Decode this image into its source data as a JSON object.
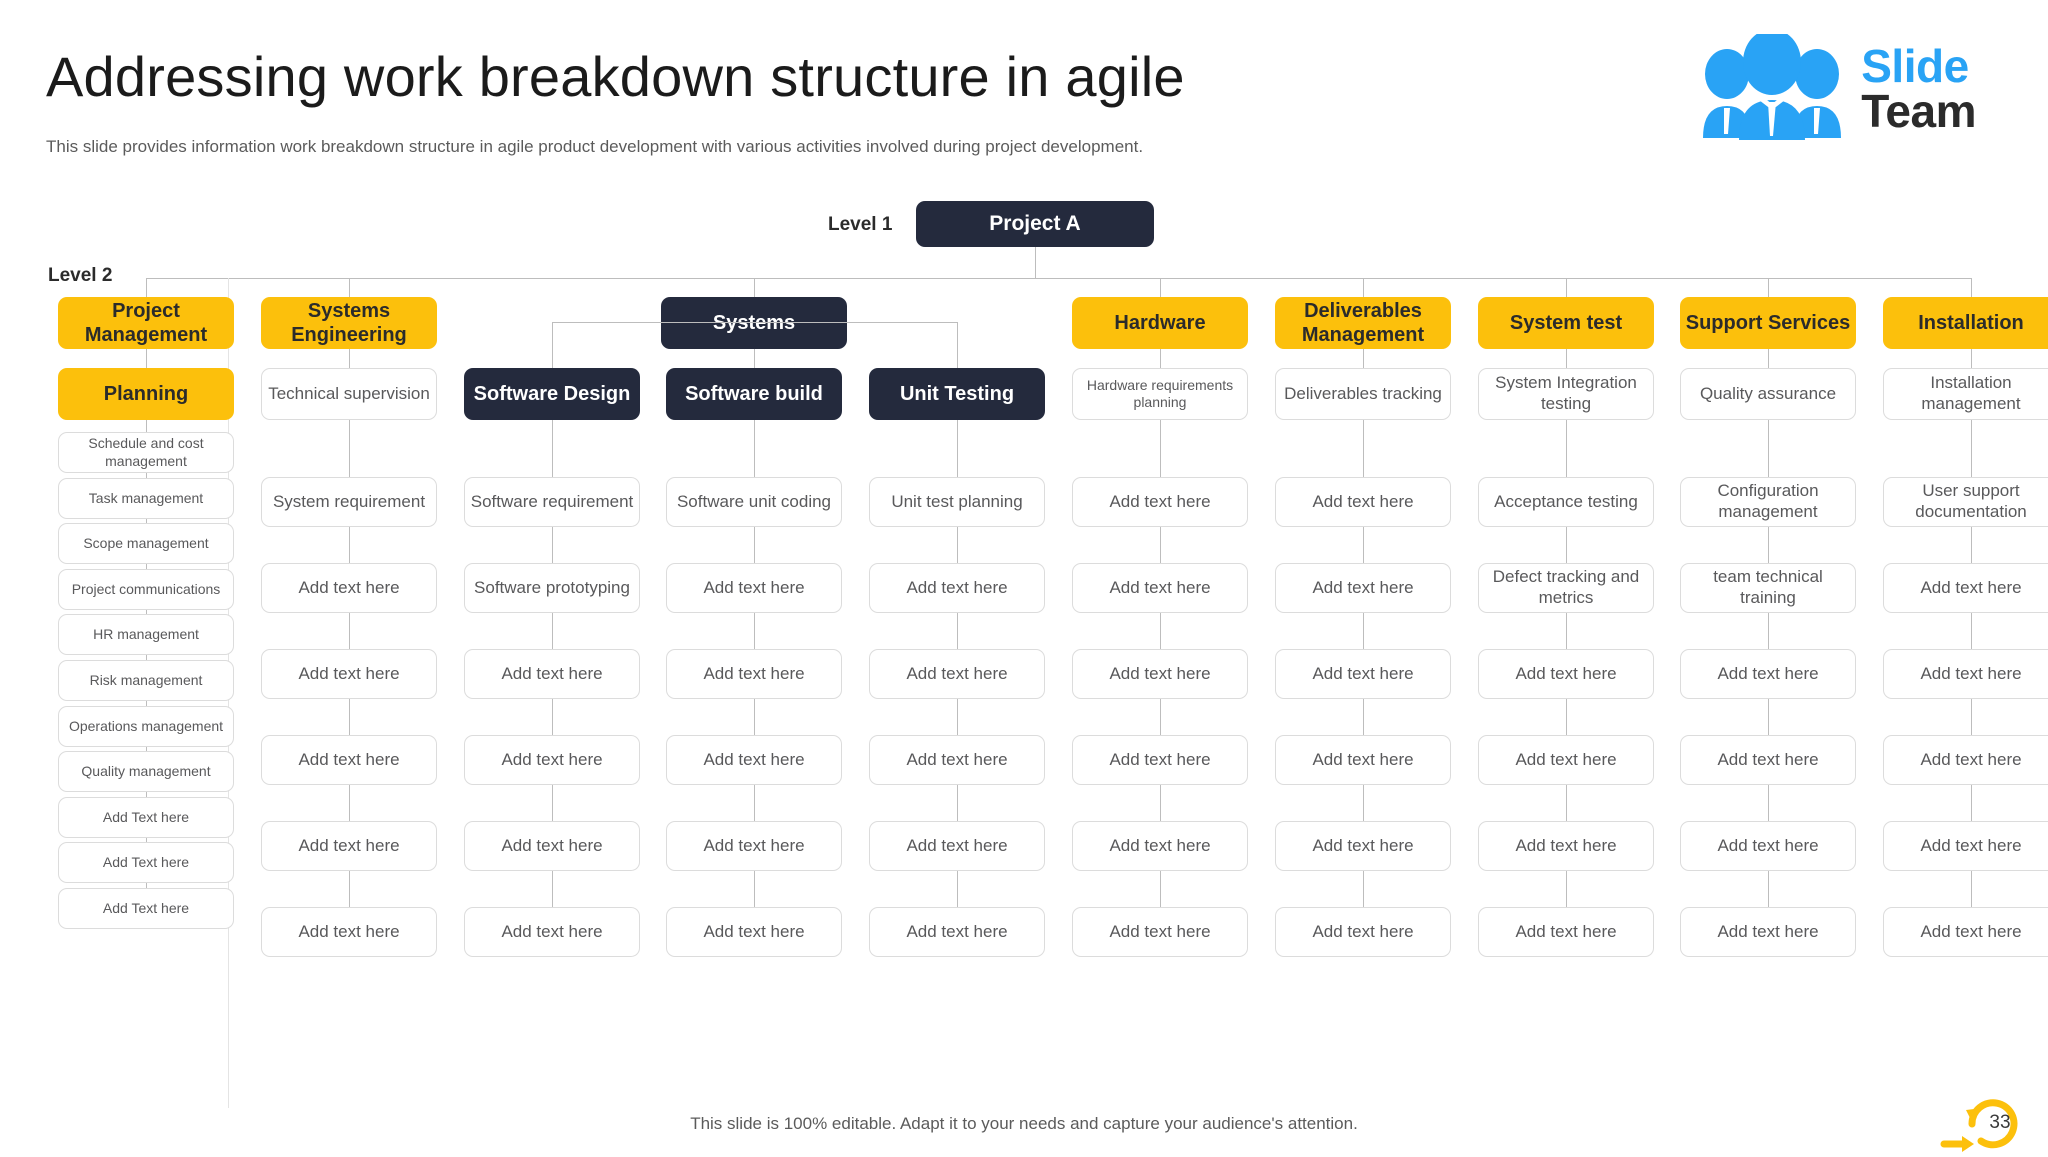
{
  "header": {
    "title": "Addressing work breakdown structure in agile",
    "subtitle": "This slide provides information work breakdown structure in agile product development with various activities involved during project development.",
    "logo": {
      "word1": "Slide",
      "word2": "Team",
      "icon": "people-group-icon",
      "brand_color": "#29a3f5"
    }
  },
  "levels": {
    "level1_label": "Level 1",
    "level2_label": "Level 2"
  },
  "colors": {
    "yellow": "#fcc00c",
    "navy": "#242a3d",
    "line": "#bdbdbd",
    "box_border": "#dcdcdc",
    "text_grey": "#59595b"
  },
  "root": {
    "label": "Project A"
  },
  "group": {
    "label": "Systems"
  },
  "columns": [
    {
      "header": "Project Management",
      "header_style": "yellow",
      "sub": "Planning",
      "sub_style": "yellow",
      "items": [
        "Schedule and cost management",
        "Task management",
        "Scope management",
        "Project communications",
        "HR management",
        "Risk management",
        "Operations management",
        "Quality management",
        "Add Text here",
        "Add Text here",
        "Add Text here"
      ]
    },
    {
      "header": "Systems Engineering",
      "header_style": "yellow",
      "sub": "Technical supervision",
      "sub_style": "plain",
      "items": [
        "System requirement",
        "Add text here",
        "Add text here",
        "Add text here",
        "Add text here",
        "Add text here"
      ]
    },
    {
      "header": "",
      "header_style": "none",
      "sub": "Software Design",
      "sub_style": "dark",
      "items": [
        "Software requirement",
        "Software prototyping",
        "Add text here",
        "Add text here",
        "Add text here",
        "Add text here"
      ]
    },
    {
      "header": "",
      "header_style": "none",
      "sub": "Software build",
      "sub_style": "dark",
      "items": [
        "Software unit coding",
        "Add text here",
        "Add text here",
        "Add text here",
        "Add text here",
        "Add text here"
      ]
    },
    {
      "header": "",
      "header_style": "none",
      "sub": "Unit Testing",
      "sub_style": "dark",
      "items": [
        "Unit test planning",
        "Add text here",
        "Add text here",
        "Add text here",
        "Add text here",
        "Add text here"
      ]
    },
    {
      "header": "Hardware",
      "header_style": "yellow",
      "sub": "Hardware requirements planning",
      "sub_style": "plain-tiny",
      "items": [
        "Add text here",
        "Add text here",
        "Add text here",
        "Add text here",
        "Add text here",
        "Add text here"
      ]
    },
    {
      "header": "Deliverables Management",
      "header_style": "yellow",
      "sub": "Deliverables tracking",
      "sub_style": "plain",
      "items": [
        "Add text here",
        "Add text here",
        "Add text here",
        "Add text here",
        "Add text here",
        "Add text here"
      ]
    },
    {
      "header": "System test",
      "header_style": "yellow",
      "sub": "System Integration testing",
      "sub_style": "plain",
      "items": [
        "Acceptance testing",
        "Defect tracking and metrics",
        "Add text here",
        "Add text here",
        "Add text here",
        "Add text here"
      ]
    },
    {
      "header": "Support Services",
      "header_style": "yellow",
      "sub": "Quality assurance",
      "sub_style": "plain",
      "items": [
        "Configuration management",
        "team technical training",
        "Add text here",
        "Add text here",
        "Add text here",
        "Add text here"
      ]
    },
    {
      "header": "Installation",
      "header_style": "yellow",
      "sub": "Installation management",
      "sub_style": "plain",
      "items": [
        "User support documentation",
        "Add text here",
        "Add text here",
        "Add text here",
        "Add text here",
        "Add text here"
      ]
    }
  ],
  "footer": {
    "note": "This slide is 100% editable. Adapt it to your needs and capture your audience's attention.",
    "page_number": "33"
  }
}
